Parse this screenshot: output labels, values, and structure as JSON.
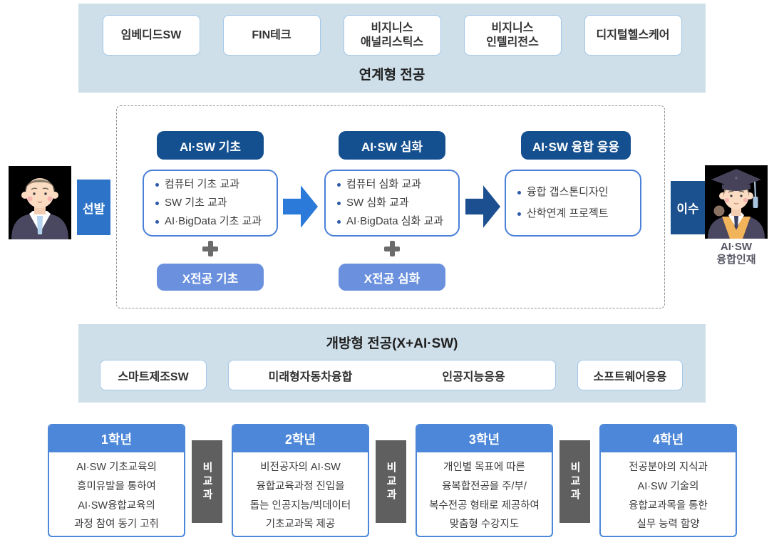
{
  "colors": {
    "band_bg": "#cfdfe9",
    "box_border": "#a3c7e8",
    "navy_pill": "#14508f",
    "course_border": "#4a80d8",
    "x_pill": "#6a90de",
    "arrow_basic": "#2b79d8",
    "arrow_deep": "#1c4f90",
    "entry_badge": "#2d74c8",
    "exit_badge": "#1c5190",
    "year_blue": "#4c87d9",
    "separator_gray": "#5f5f5f"
  },
  "icons": {
    "plus": "+",
    "arrow_right": "→"
  },
  "linked_majors": {
    "title": "연계형 전공",
    "items": [
      "임베디드SW",
      "FIN테크",
      "비지니스\n애널리스틱스",
      "비지니스\n인텔리전스",
      "디지털헬스케어"
    ]
  },
  "flow": {
    "entry_label": "선발",
    "exit_label": "이수",
    "graduate_caption": "AI·SW\n융합인재",
    "columns": [
      {
        "title": "AI·SW 기초",
        "courses": [
          "컴퓨터 기초 교과",
          "SW 기초 교과",
          "AI·BigData 기초 교과"
        ],
        "x_major": "X전공 기초"
      },
      {
        "title": "AI·SW 심화",
        "courses": [
          "컴퓨터 심화 교과",
          "SW 심화 교과",
          "AI·BigData 심화 교과"
        ],
        "x_major": "X전공 심화"
      },
      {
        "title": "AI·SW 융합 응용",
        "courses": [
          "융합 갭스톤디자인",
          "산학연계 프로젝트"
        ]
      }
    ]
  },
  "open_majors": {
    "title": "개방형 전공(X+AI·SW)",
    "left": "스마트제조SW",
    "center": [
      "미래형자동차융합",
      "인공지능응용"
    ],
    "right": "소프트웨어응용"
  },
  "years": {
    "separator": "비교과",
    "items": [
      {
        "label": "1학년",
        "text": "AI·SW 기초교육의\n흥미유발을 통하여\nAI·SW융합교육의\n과정 참여 동기 고취"
      },
      {
        "label": "2학년",
        "text": "비전공자의 AI·SW\n융합교육과정 진입을\n돕는 인공지능/빅데이터\n기초교과목 제공"
      },
      {
        "label": "3학년",
        "text": "개인별 목표에 따른\n융복합전공을 주/부/\n복수전공 형태로 제공하여\n맞춤형 수강지도"
      },
      {
        "label": "4학년",
        "text": "전공분야의 지식과\nAI·SW 기술의\n융합교과목을 통한\n실무 능력 함양"
      }
    ]
  }
}
